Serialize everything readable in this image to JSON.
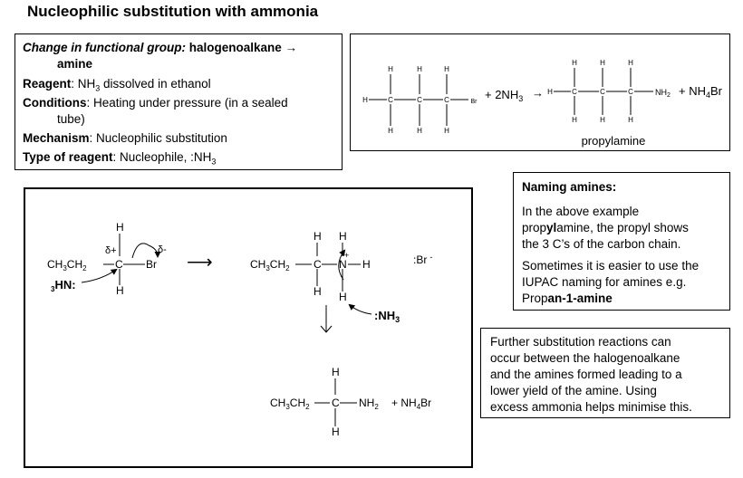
{
  "title": "Nucleophilic substitution with ammonia",
  "info_box": {
    "change_label": "Change in functional group:",
    "change_value_1": "halogenoalkane →",
    "change_value_2": "amine",
    "reagent_label": "Reagent",
    "reagent_pre": ": NH",
    "reagent_sub": "3",
    "reagent_post": " dissolved in ethanol",
    "conditions_label": "Conditions",
    "conditions_value_1": ": Heating under pressure (in a sealed",
    "conditions_value_2": "tube)",
    "mechanism_label": "Mechanism",
    "mechanism_value": ": Nucleophilic substitution",
    "type_label": "Type of reagent",
    "type_value": ": Nucleophile, :NH",
    "type_sub": "3"
  },
  "equation": {
    "reactant_br": "Br",
    "plus_ammonia": "+ 2NH",
    "ammonia_sub": "3",
    "arrow": "→",
    "product_group": "NH",
    "product_group_sub": "2",
    "plus_salt": "+ NH",
    "salt_sub": "4",
    "salt_tail": "Br",
    "product_name": "propylamine",
    "atom_h": "H",
    "atom_c": "C"
  },
  "naming": {
    "heading": "Naming amines:",
    "para1_a": "In the above example",
    "para1_b_pre": "prop",
    "para1_b_bold": "yl",
    "para1_b_post": "amine, the propyl shows",
    "para1_c": "the 3 C’s of the carbon chain.",
    "para2_a": "Sometimes it is easier to use the",
    "para2_b": "IUPAC naming for amines e.g.",
    "para2_c_pre": "Prop",
    "para2_c_bold": "an-1-amine"
  },
  "further": {
    "line1": "Further substitution reactions can",
    "line2": "occur between the halogenoalkane",
    "line3": "and the amines formed leading to a",
    "line4": "lower yield of the amine. Using",
    "line5": "excess ammonia helps minimise this."
  },
  "mechanism": {
    "ch3": "CH",
    "sub3": "3",
    "ch2": "CH",
    "sub2": "2",
    "c": "C",
    "n": "N",
    "h": "H",
    "br": "Br",
    "delta_plus": "δ+",
    "delta_minus": "δ-",
    "hn_pre": "3",
    "hn": "HN:",
    "arrow": "⟶",
    "plus_charge": "+",
    "bromide": ":Br",
    "bromide_charge": "-",
    "ammonia": ":NH",
    "ammonia_sub": "3",
    "nh2": "NH",
    "nh2_sub": "2",
    "salt": "+ NH",
    "salt_sub": "4",
    "salt_tail": "Br"
  }
}
